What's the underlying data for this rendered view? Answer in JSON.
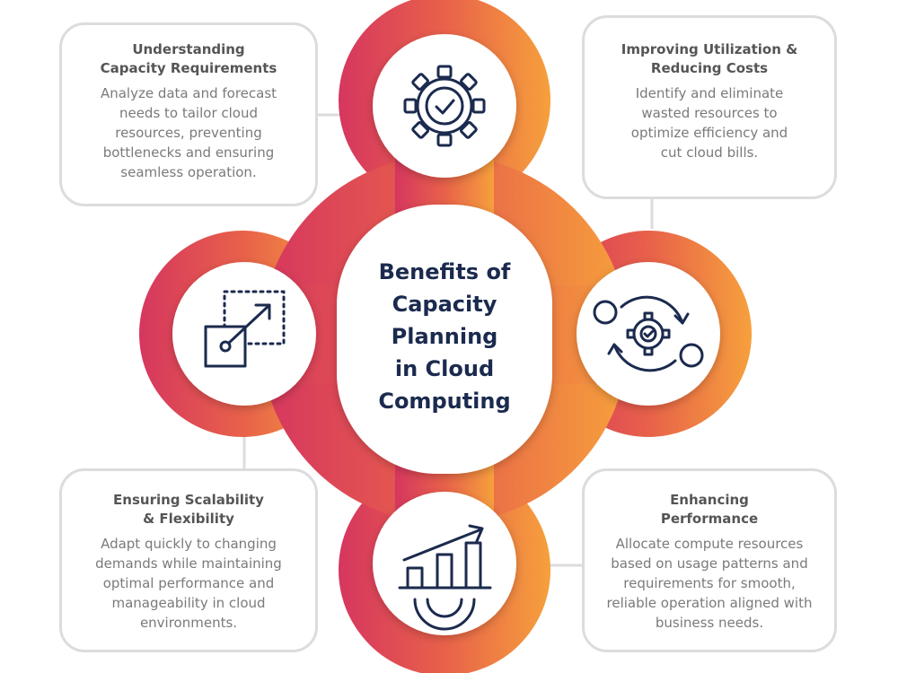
{
  "center": {
    "title": "Benefits of\nCapacity\nPlanning\nin Cloud\nComputing"
  },
  "cards": {
    "top_left": {
      "title": "Understanding\nCapacity Requirements",
      "text": "Analyze data and forecast\nneeds to tailor cloud\nresources, preventing\nbottlenecks and ensuring\nseamless operation."
    },
    "top_right": {
      "title": "Improving Utilization &\nReducing Costs",
      "text": "Identify and eliminate\nwasted resources to\noptimize efficiency and\ncut cloud bills."
    },
    "bottom_left": {
      "title": "Ensuring Scalability\n& Flexibility",
      "text": "Adapt quickly to changing\ndemands while maintaining\noptimal performance and\nmanageability in cloud\nenvironments."
    },
    "bottom_right": {
      "title": "Enhancing\nPerformance",
      "text": "Allocate compute resources\nbased on usage patterns and\nrequirements for smooth,\nreliable operation aligned with\nbusiness needs."
    }
  },
  "icons": {
    "top": "gear-check-icon",
    "left": "scale-up-arrow-icon",
    "right": "cost-cycle-gear-icon",
    "bottom": "growth-chart-gear-icon"
  },
  "colors": {
    "gradient_start": "#d6365f",
    "gradient_mid": "#e8614a",
    "gradient_end": "#f6a03c",
    "title_navy": "#1b2a4e",
    "icon_navy": "#1b2a4e",
    "card_border": "#dcdcdc",
    "card_text": "#7a7a7a"
  }
}
